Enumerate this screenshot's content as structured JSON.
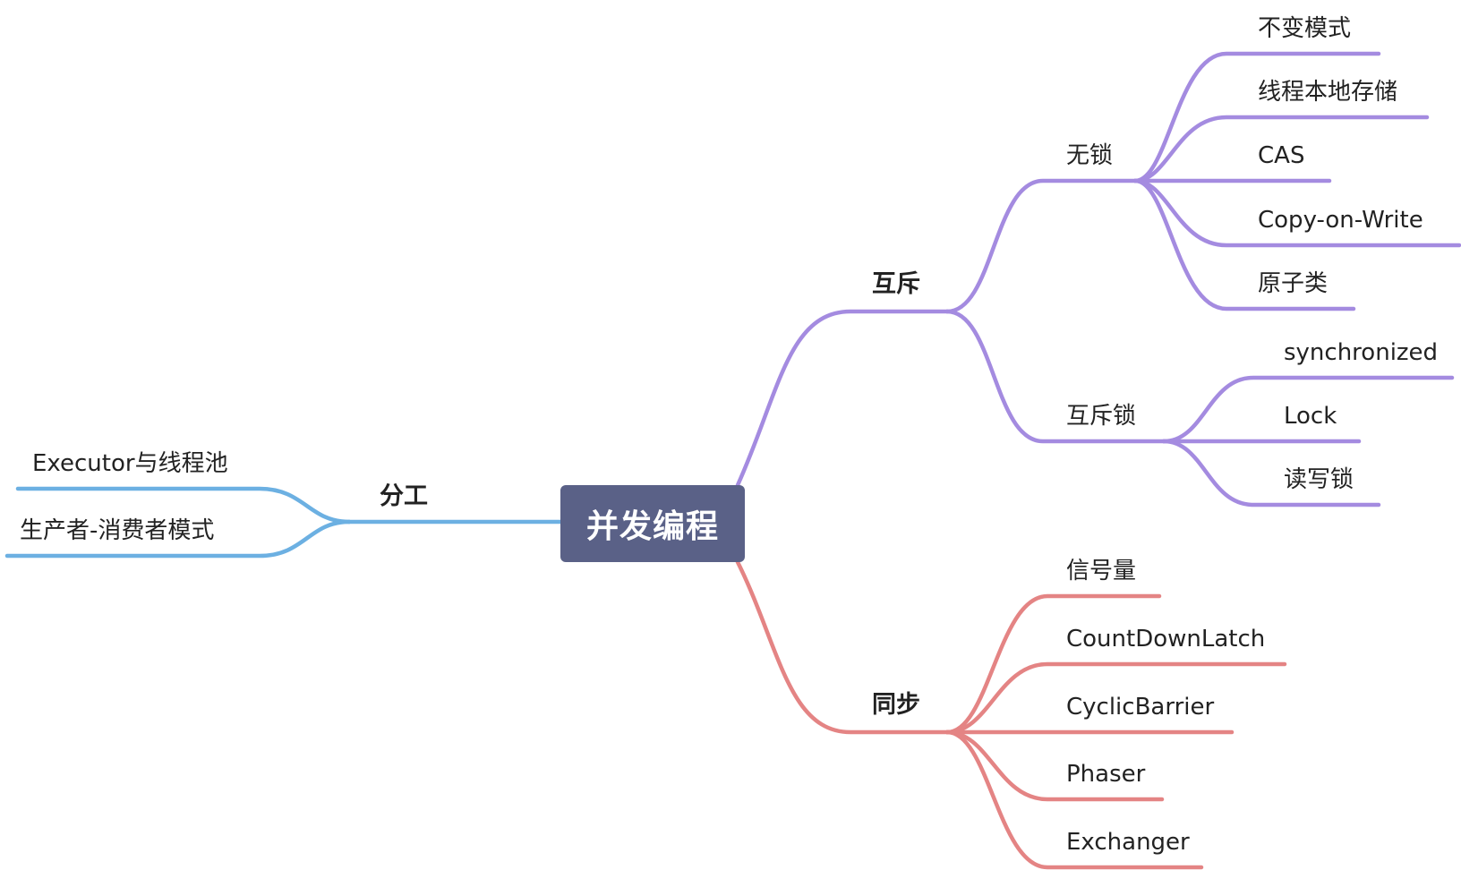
{
  "root": {
    "label": "并发编程"
  },
  "colors": {
    "mutex": "#a48be0",
    "sync": "#e48484",
    "division": "#6cb0e2",
    "root_bg": "#5a6187"
  },
  "mutex": {
    "label": "互斥",
    "lockfree": {
      "label": "无锁",
      "items": [
        "不变模式",
        "线程本地存储",
        "CAS",
        "Copy-on-Write",
        "原子类"
      ]
    },
    "locks": {
      "label": "互斥锁",
      "items": [
        "synchronized",
        "Lock",
        "读写锁"
      ]
    }
  },
  "sync": {
    "label": "同步",
    "items": [
      "信号量",
      "CountDownLatch",
      "CyclicBarrier",
      "Phaser",
      "Exchanger"
    ]
  },
  "division": {
    "label": "分工",
    "items": [
      "Executor与线程池",
      "生产者-消费者模式"
    ]
  }
}
